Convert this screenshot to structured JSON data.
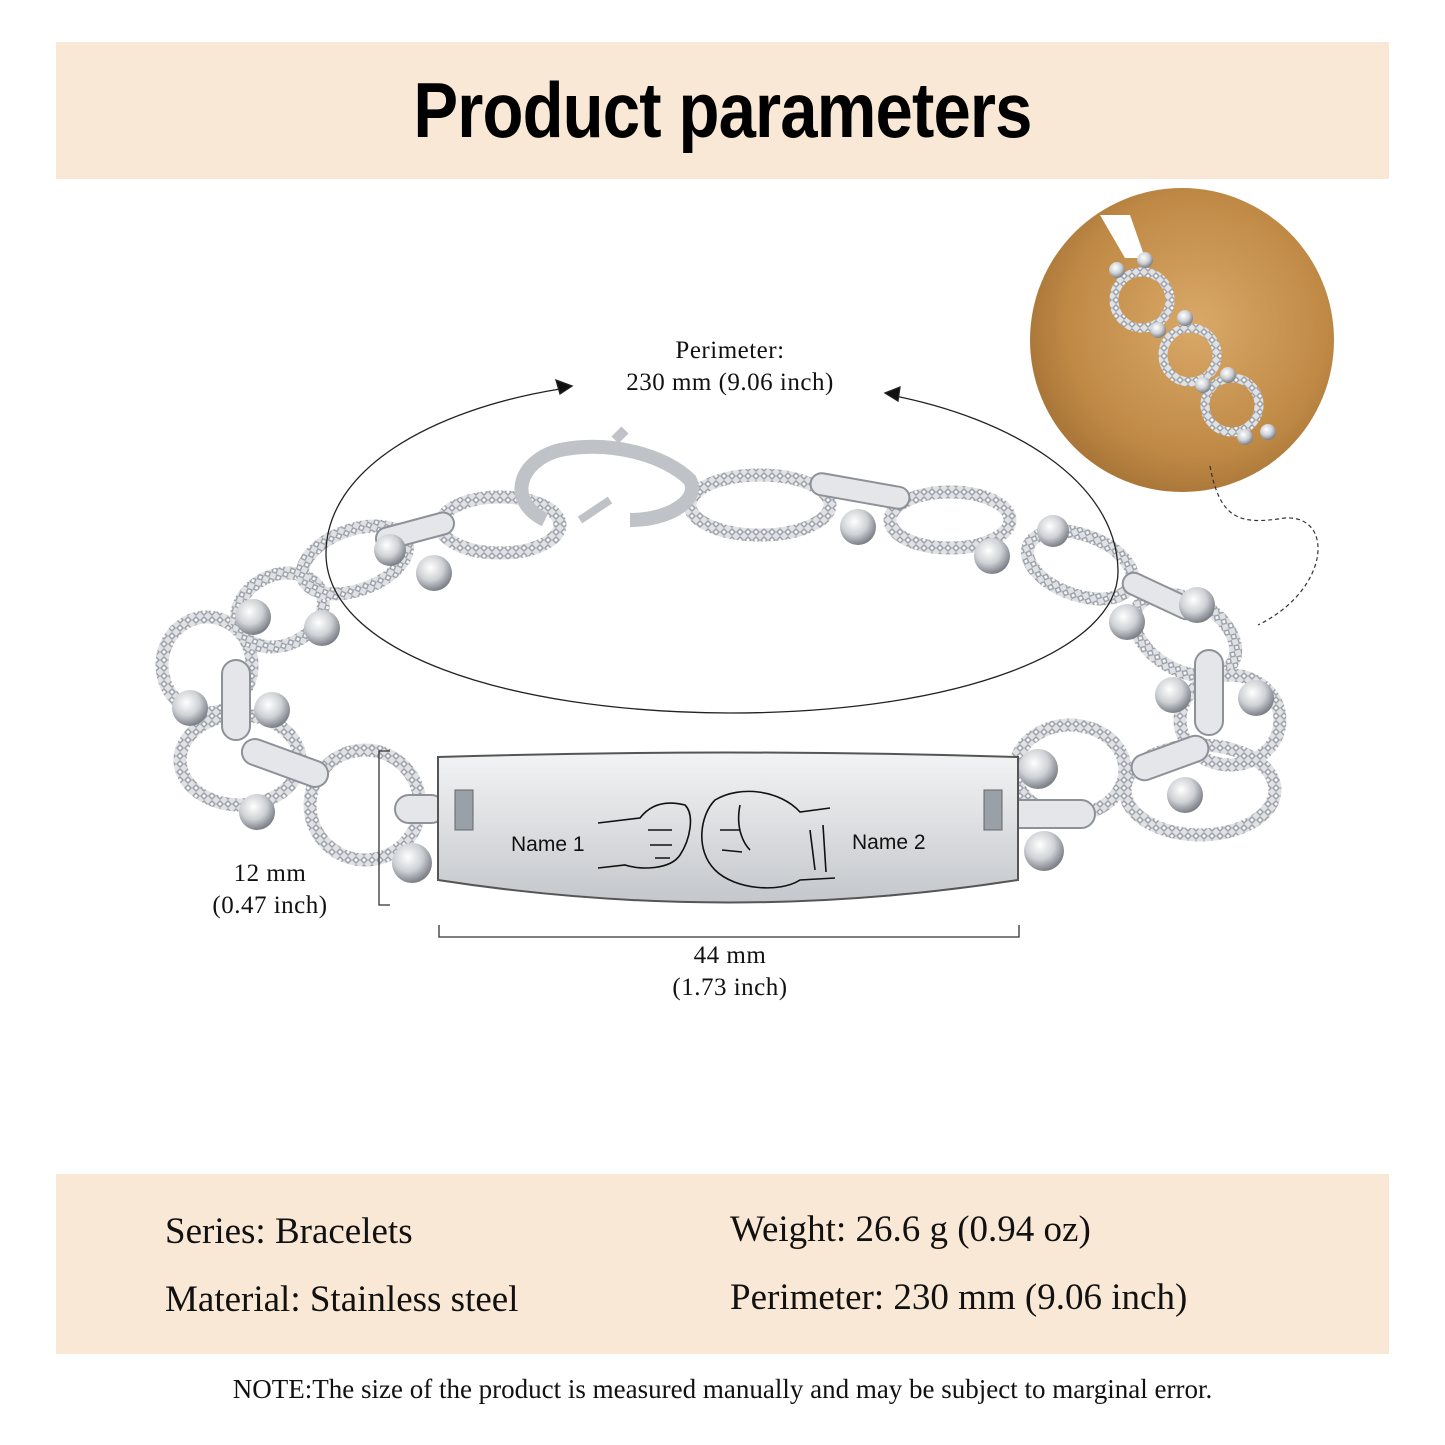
{
  "header": {
    "title": "Product parameters"
  },
  "diagram": {
    "perimeter_label_line1": "Perimeter:",
    "perimeter_label_line2": "230 mm (9.06 inch)",
    "height_label_line1": "12 mm",
    "height_label_line2": "(0.47 inch)",
    "width_label_line1": "44 mm",
    "width_label_line2": "(1.73 inch)",
    "plate": {
      "name_left": "Name 1",
      "name_right": "Name 2",
      "engraving": "fist-bump-icon"
    },
    "detail_inset": "chain-closeup-photo"
  },
  "specs": {
    "series": "Series: Bracelets",
    "material": "Material: Stainless steel",
    "weight": "Weight: 26.6 g (0.94 oz)",
    "perimeter": "Perimeter: 230 mm (9.06 inch)"
  },
  "note": "NOTE:The size of the product is measured manually and may be subject to marginal error.",
  "colors": {
    "banner_bg": "#f9e8d5",
    "inset_bg": "#c9944f",
    "steel": "#d4d6da"
  }
}
